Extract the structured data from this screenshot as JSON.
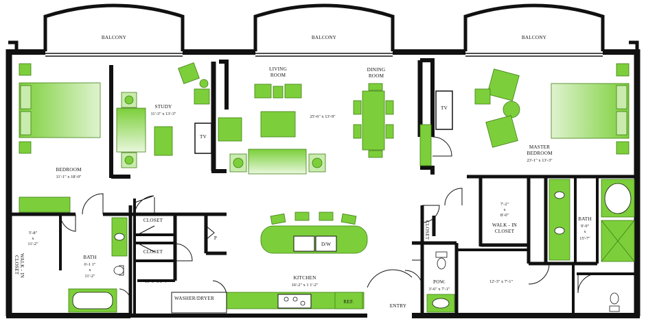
{
  "colors": {
    "wall": "#111111",
    "furniture": "#7ccf3a",
    "furniture_light": "#c9ecae",
    "furniture_stroke": "#3f7d14",
    "floor": "#ffffff"
  },
  "balconies": [
    {
      "label": "BALCONY"
    },
    {
      "label": "BALCONY"
    },
    {
      "label": "BALCONY"
    }
  ],
  "rooms": {
    "bedroom": {
      "name": "BEDROOM",
      "dim": "11'-1\" x 18'-0\""
    },
    "study": {
      "name": "STUDY",
      "dim": "11'-3\" x 13'-3\""
    },
    "living": {
      "name1": "LIVING",
      "name2": "ROOM",
      "dim": "25'-6\" x 13'-9\""
    },
    "dining": {
      "name1": "DINING",
      "name2": "ROOM"
    },
    "master": {
      "name1": "MASTER",
      "name2": "BEDROOM",
      "dim": "23'-1\" x 13'-3\""
    },
    "walkin_left": {
      "dim1": "5'-8\"",
      "dim2": "x",
      "dim3": "11'-2\"",
      "name1": "WALK - IN",
      "name2": "CLOSET"
    },
    "bath_left": {
      "name": "BATH",
      "dim1": "6'-1 1\"",
      "dim2": "x",
      "dim3": "11'-2\""
    },
    "closet1": {
      "name": "CLOSET"
    },
    "closet2": {
      "name": "CLOSET"
    },
    "pantry": {
      "name": "P"
    },
    "laundry": {
      "dim": "10'-5\" x 6'-4\"",
      "name": "WASHER/DRYER"
    },
    "kitchen": {
      "name": "KITCHEN",
      "dim": "16'-2\" x 1 1'-2\"",
      "dw": "D/W",
      "ref": "REF."
    },
    "closet_entry": {
      "name": "CLOSET"
    },
    "powder": {
      "name": "POW.",
      "dim": "3'-6\" x 7'-1\""
    },
    "entry": {
      "name": "ENTRY"
    },
    "walkin_master": {
      "dim1": "7'-2\"",
      "dim2": "x",
      "dim3": "8'-0\"",
      "name1": "WALK - IN",
      "name2": "CLOSET"
    },
    "master_bath": {
      "name": "BATH",
      "dim1": "9'-9\"",
      "dim2": "x",
      "dim3": "15'-7\""
    },
    "foyer_right": {
      "dim": "12'-3\" x 7'-1\""
    }
  },
  "tv_labels": {
    "study": "TV",
    "master": "TV"
  }
}
